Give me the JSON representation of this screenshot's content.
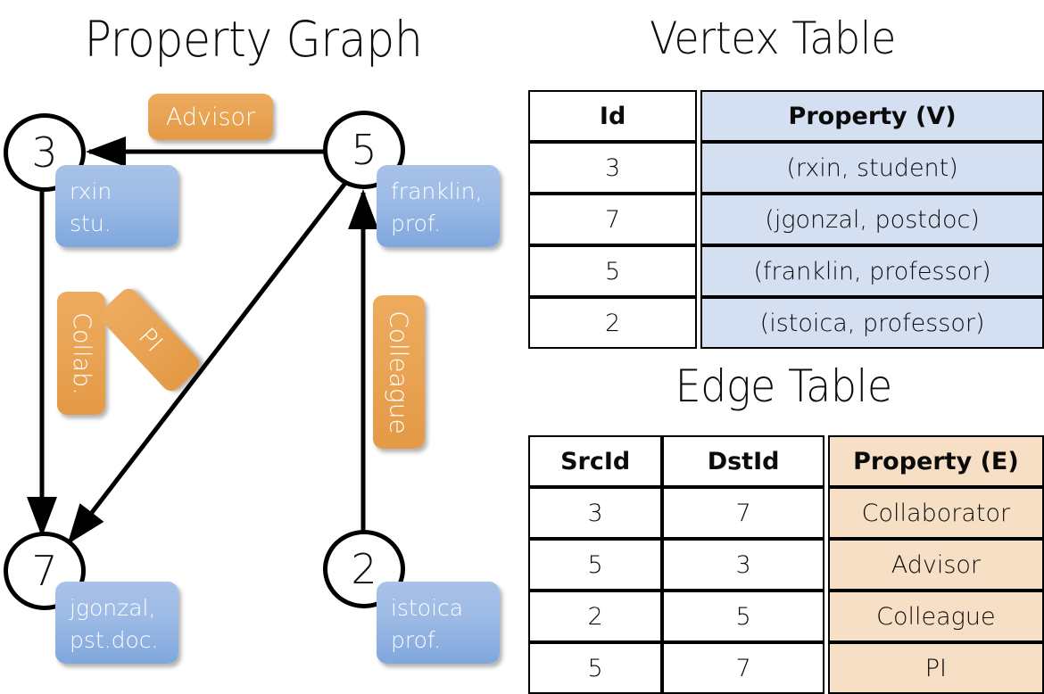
{
  "titles": {
    "property_graph": "Property Graph",
    "vertex_table": "Vertex Table",
    "edge_table": "Edge Table"
  },
  "graph": {
    "nodes": [
      {
        "id": "3",
        "name": "node-3",
        "props": [
          "rxin",
          "stu."
        ]
      },
      {
        "id": "5",
        "name": "node-5",
        "props": [
          "franklin,",
          "prof."
        ]
      },
      {
        "id": "7",
        "name": "node-7",
        "props": [
          "jgonzal,",
          "pst.doc."
        ]
      },
      {
        "id": "2",
        "name": "node-2",
        "props": [
          "istoica",
          "prof."
        ]
      }
    ],
    "edge_labels": [
      {
        "key": "advisor",
        "text": "Advisor",
        "from": "5",
        "to": "3"
      },
      {
        "key": "collab",
        "text": "Collab.",
        "from": "3",
        "to": "7"
      },
      {
        "key": "pi",
        "text": "PI",
        "from": "5",
        "to": "7"
      },
      {
        "key": "colleague",
        "text": "Colleague",
        "from": "2",
        "to": "5"
      }
    ]
  },
  "vertex_table": {
    "headers": [
      "Id",
      "Property (V)"
    ],
    "rows": [
      {
        "id": "3",
        "property": "(rxin, student)"
      },
      {
        "id": "7",
        "property": "(jgonzal, postdoc)"
      },
      {
        "id": "5",
        "property": "(franklin, professor)"
      },
      {
        "id": "2",
        "property": "(istoica, professor)"
      }
    ]
  },
  "edge_table": {
    "headers": [
      "SrcId",
      "DstId",
      "Property (E)"
    ],
    "rows": [
      {
        "src": "3",
        "dst": "7",
        "property": "Collaborator"
      },
      {
        "src": "5",
        "dst": "3",
        "property": "Advisor"
      },
      {
        "src": "2",
        "dst": "5",
        "property": "Colleague"
      },
      {
        "src": "5",
        "dst": "7",
        "property": "PI"
      }
    ]
  },
  "colors": {
    "vertex_property_fill": "#d4dff2",
    "edge_property_fill": "#f6dfc5",
    "vertex_box": "#8fb0e2",
    "edge_box": "#e9a455",
    "stroke": "#000000"
  }
}
